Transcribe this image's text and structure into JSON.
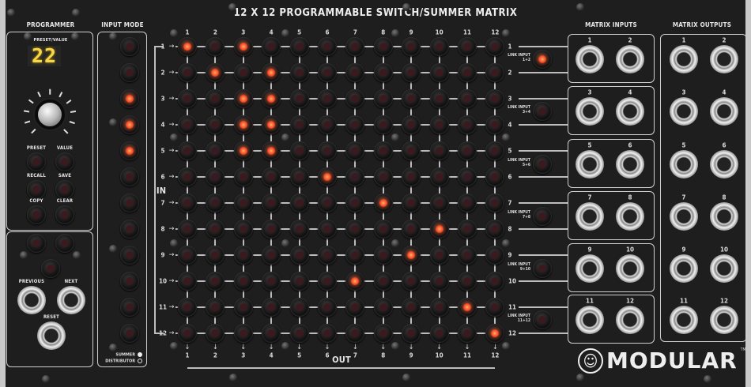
{
  "title": "12 X 12 PROGRAMMABLE SWITCH/SUMMER MATRIX",
  "programmer": {
    "label": "PROGRAMMER",
    "display_label": "PRESET/VALUE",
    "display_value": "22",
    "buttons": [
      "PRESET",
      "VALUE",
      "RECALL",
      "SAVE",
      "COPY",
      "CLEAR"
    ],
    "jacks": [
      "PREVIOUS",
      "NEXT",
      "RESET"
    ]
  },
  "input_mode": {
    "label": "INPUT MODE",
    "states": [
      false,
      false,
      true,
      true,
      true,
      false,
      false,
      false,
      false,
      false,
      false,
      false
    ],
    "legend": [
      {
        "label": "SUMMER",
        "filled": true
      },
      {
        "label": "DISTRIBUTOR",
        "filled": false
      }
    ]
  },
  "matrix": {
    "columns": [
      "1",
      "2",
      "3",
      "4",
      "5",
      "6",
      "7",
      "8",
      "9",
      "10",
      "11",
      "12"
    ],
    "rows": [
      "1",
      "2",
      "3",
      "4",
      "5",
      "6",
      "7",
      "8",
      "9",
      "10",
      "11",
      "12"
    ],
    "in_label": "IN",
    "out_label": "OUT",
    "active": [
      [
        1,
        1
      ],
      [
        1,
        3
      ],
      [
        2,
        2
      ],
      [
        2,
        4
      ],
      [
        3,
        3
      ],
      [
        3,
        4
      ],
      [
        4,
        3
      ],
      [
        4,
        4
      ],
      [
        5,
        3
      ],
      [
        5,
        4
      ],
      [
        6,
        6
      ],
      [
        7,
        8
      ],
      [
        8,
        10
      ],
      [
        9,
        9
      ],
      [
        10,
        7
      ],
      [
        11,
        11
      ],
      [
        12,
        12
      ]
    ]
  },
  "link_inputs": [
    {
      "label": "LINK INPUT",
      "pair": "1+2",
      "on": true
    },
    {
      "label": "LINK INPUT",
      "pair": "3+4",
      "on": false
    },
    {
      "label": "LINK INPUT",
      "pair": "5+6",
      "on": false
    },
    {
      "label": "LINK INPUT",
      "pair": "7+8",
      "on": false
    },
    {
      "label": "LINK INPUT",
      "pair": "9+10",
      "on": false
    },
    {
      "label": "LINK INPUT",
      "pair": "11+12",
      "on": false
    }
  ],
  "matrix_inputs": {
    "label": "MATRIX INPUTS",
    "jacks": [
      "1",
      "2",
      "3",
      "4",
      "5",
      "6",
      "7",
      "8",
      "9",
      "10",
      "11",
      "12"
    ]
  },
  "matrix_outputs": {
    "label": "MATRIX OUTPUTS",
    "jacks": [
      "1",
      "2",
      "3",
      "4",
      "5",
      "6",
      "7",
      "8",
      "9",
      "10",
      "11",
      "12"
    ]
  },
  "logo": {
    "text": "MODULAR",
    "tm": "TM"
  },
  "colors": {
    "panel": "#1e1e1f",
    "led_on": "#ff5a2a",
    "display": "#f7d64a"
  }
}
